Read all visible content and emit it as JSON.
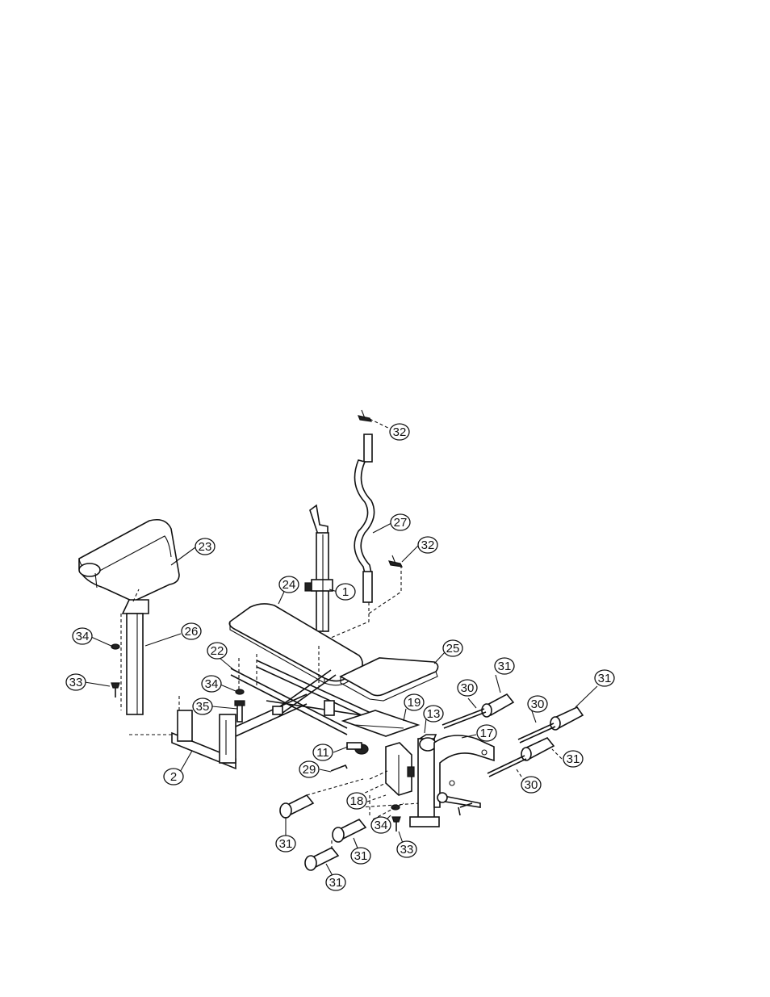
{
  "diagram": {
    "callouts": [
      {
        "id": "c32a",
        "label": "32"
      },
      {
        "id": "c27",
        "label": "27"
      },
      {
        "id": "c32b",
        "label": "32"
      },
      {
        "id": "c23",
        "label": "23"
      },
      {
        "id": "c24",
        "label": "24"
      },
      {
        "id": "c1",
        "label": "1"
      },
      {
        "id": "c26",
        "label": "26"
      },
      {
        "id": "c34a",
        "label": "34"
      },
      {
        "id": "c25",
        "label": "25"
      },
      {
        "id": "c22",
        "label": "22"
      },
      {
        "id": "c33a",
        "label": "33"
      },
      {
        "id": "c34b",
        "label": "34"
      },
      {
        "id": "c31a",
        "label": "31"
      },
      {
        "id": "c31b",
        "label": "31"
      },
      {
        "id": "c30a",
        "label": "30"
      },
      {
        "id": "c19",
        "label": "19"
      },
      {
        "id": "c35",
        "label": "35"
      },
      {
        "id": "c13",
        "label": "13"
      },
      {
        "id": "c30b",
        "label": "30"
      },
      {
        "id": "c17",
        "label": "17"
      },
      {
        "id": "c11",
        "label": "11"
      },
      {
        "id": "c31c",
        "label": "31"
      },
      {
        "id": "c29",
        "label": "29"
      },
      {
        "id": "c2",
        "label": "2"
      },
      {
        "id": "c30c",
        "label": "30"
      },
      {
        "id": "c18",
        "label": "18"
      },
      {
        "id": "c34c",
        "label": "34"
      },
      {
        "id": "c33b",
        "label": "33"
      },
      {
        "id": "c31d",
        "label": "31"
      },
      {
        "id": "c31e",
        "label": "31"
      },
      {
        "id": "c31f",
        "label": "31"
      }
    ]
  }
}
